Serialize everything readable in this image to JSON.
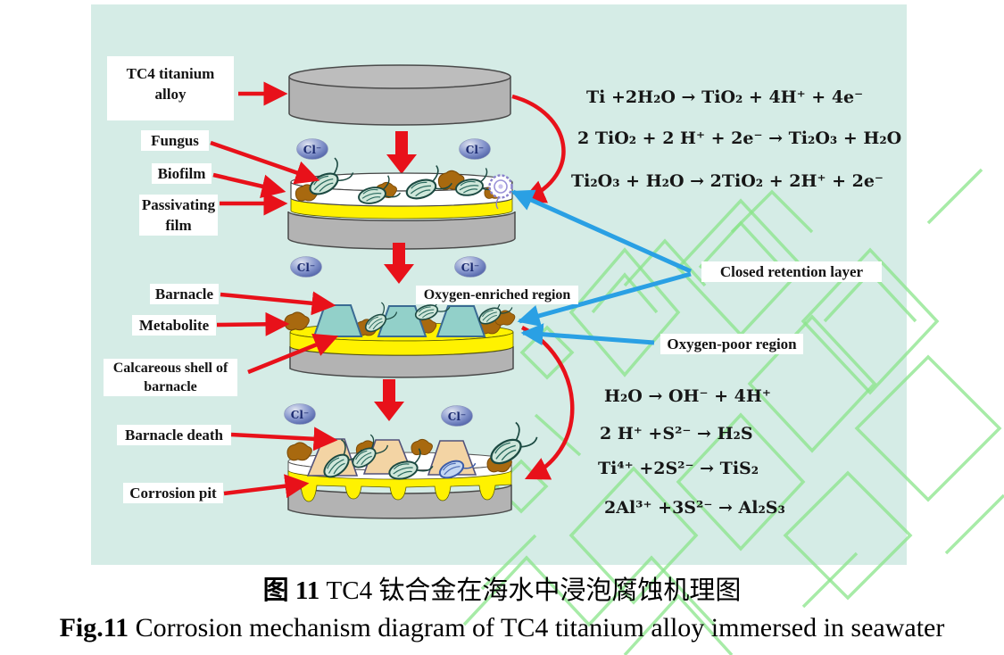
{
  "figure": {
    "labels": {
      "tc4_line1": "TC4 titanium",
      "tc4_line2": "alloy",
      "fungus": "Fungus",
      "biofilm": "Biofilm",
      "passivating_line1": "Passivating",
      "passivating_line2": "film",
      "barnacle": "Barnacle",
      "metabolite": "Metabolite",
      "calcareous_line1": "Calcareous shell of",
      "calcareous_line2": "barnacle",
      "barnacle_death": "Barnacle death",
      "corrosion_pit": "Corrosion  pit",
      "oxygen_enriched": "Oxygen-enriched region",
      "closed_retention": "Closed retention layer",
      "oxygen_poor": "Oxygen-poor region",
      "ion": "Cl⁻"
    },
    "equations_top": [
      "Ti +2H₂O → TiO₂ + 4H⁺ + 4e⁻",
      "2 TiO₂ + 2 H⁺ + 2e⁻ → Ti₂O₃ + H₂O",
      "Ti₂O₃ + H₂O → 2TiO₂ + 2H⁺ + 2e⁻"
    ],
    "equations_bottom": [
      "H₂O → OH⁻ + 4H⁺",
      "2 H⁺ +S²⁻ → H₂S",
      "Ti⁴⁺ +2S²⁻ → TiS₂",
      "2Al³⁺ +3S²⁻ → Al₂S₃"
    ]
  },
  "caption": {
    "zh_bold": "图 11",
    "zh_rest": " TC4 钛合金在海水中浸泡腐蚀机理图",
    "en_bold": "Fig.11",
    "en_rest": " Corrosion mechanism diagram of TC4 titanium alloy immersed in seawater"
  },
  "colors": {
    "panel_mint": "#d5ece6",
    "arrow_red": "#e8111a",
    "arrow_blue": "#2aa0e4",
    "passivating_yellow": "#fff200",
    "alloy_gray": "#b3b3b3",
    "barnacle_teal": "#92d0c9",
    "dead_barnacle_tan": "#f3d4a4",
    "metabolite_brown": "#a8690f",
    "watermark_green": "#8ae48a"
  }
}
